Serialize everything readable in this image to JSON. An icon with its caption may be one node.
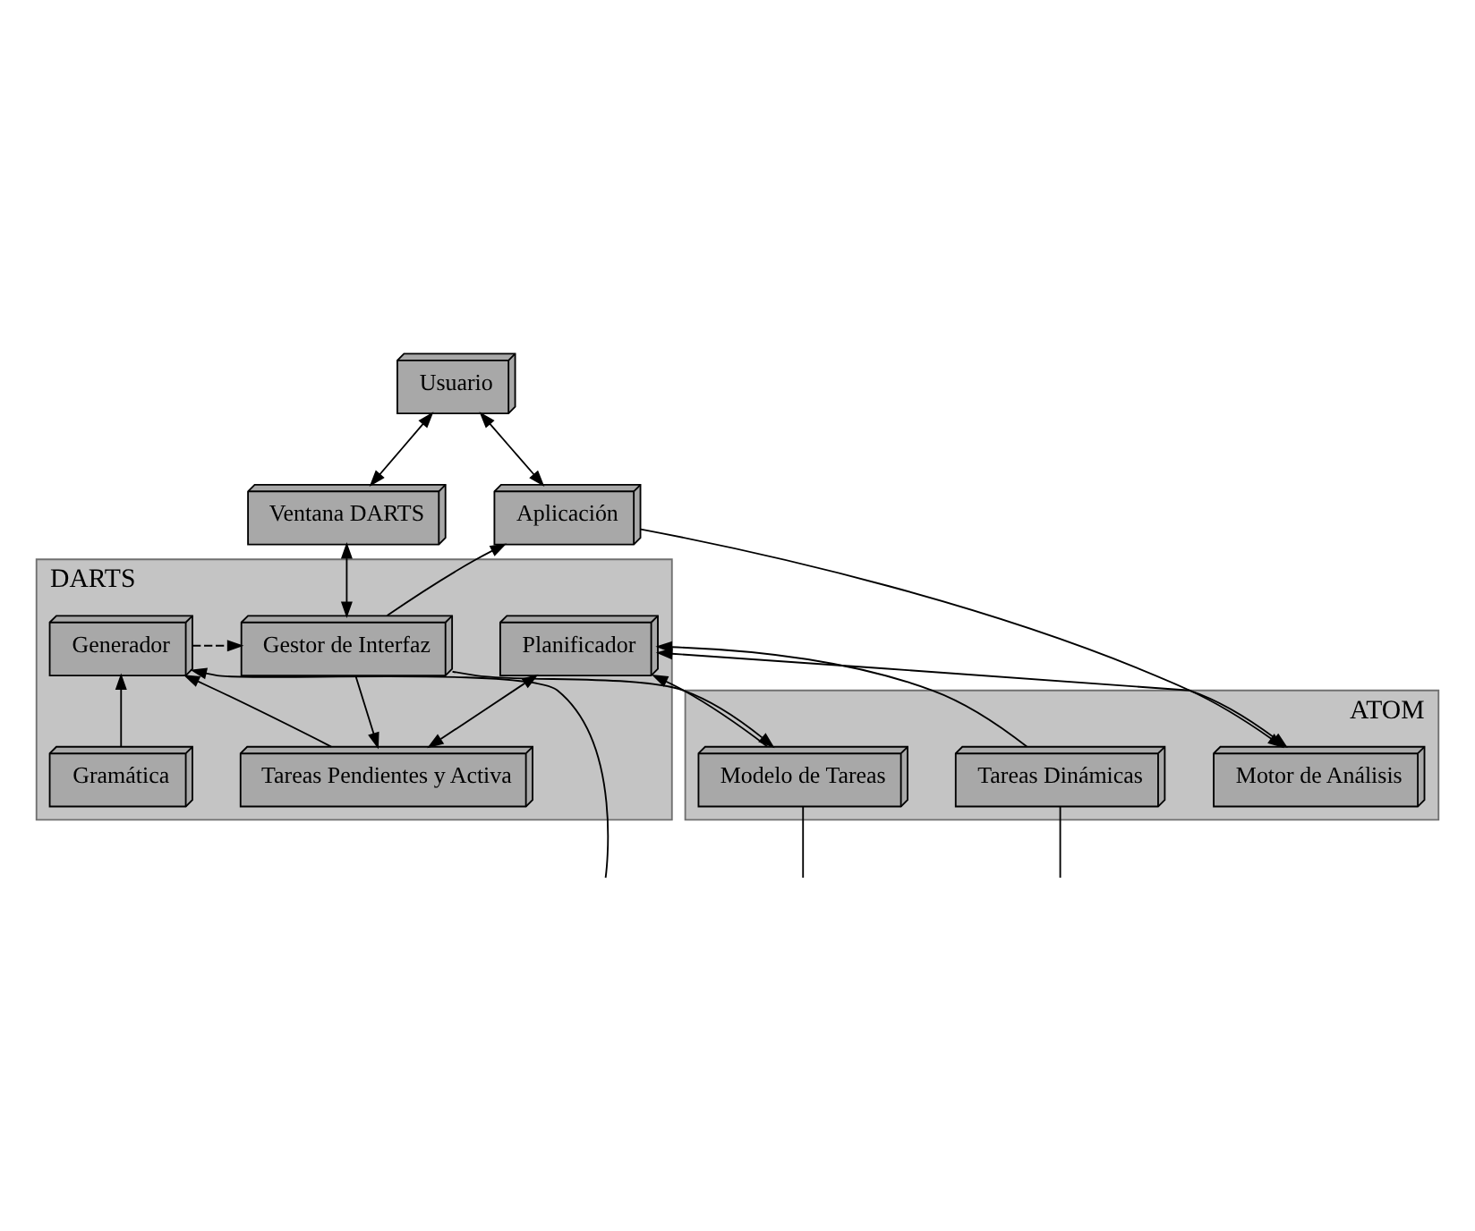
{
  "diagram": {
    "nodes": [
      {
        "text": [
          "Usuario"
        ]
      },
      {
        "text": [
          "Aplicación"
        ]
      },
      {
        "text": [
          "Ventana DARTS"
        ]
      },
      {
        "text": [
          "ATOM"
        ]
      },
      {
        "text": [
          "Motor de Análisis"
        ],
        "in": 3
      },
      {
        "text": [
          "Tareas Dinámicas"
        ],
        "in": 3
      },
      {
        "text": [
          "Modelo de Tareas"
        ],
        "in": 3
      },
      {
        "text": [
          "DARTS"
        ]
      },
      {
        "text": [
          "Planificador"
        ],
        "in": 7
      },
      {
        "text": [
          "Generador"
        ],
        "in": 7
      },
      {
        "text": [
          "Gestor de Interfaz"
        ],
        "in": 7
      },
      {
        "text": [
          "Tareas Pendientes y Activa"
        ],
        "in": 7
      },
      {
        "text": [
          "Gramática"
        ],
        "in": 7
      }
    ],
    "edges": [
      {
        "from": 1,
        "to": 0,
        "arrow": "both"
      },
      {
        "from": 2,
        "to": 0,
        "arrow": "both"
      },
      {
        "from": 1,
        "to": 4,
        "arrow": "to"
      },
      {
        "from": 4,
        "to": 8,
        "arrow": "both"
      },
      {
        "from": 10,
        "to": 1,
        "arrow": "to"
      },
      {
        "from": 10,
        "to": 2,
        "arrow": "both"
      },
      {
        "from": 5,
        "to": 8,
        "arrow": "to"
      },
      {
        "from": 6,
        "to": 8,
        "arrow": "to"
      },
      {
        "from": 8,
        "to": 11,
        "arrow": "both"
      },
      {
        "from": 11,
        "to": 9,
        "arrow": "to"
      },
      {
        "from": 12,
        "to": 9,
        "arrow": "to"
      },
      {
        "from": 9,
        "to": 10,
        "arrow": "to",
        "style": "dashed"
      },
      {
        "from": 10,
        "to": 6,
        "arrow": "to"
      },
      {
        "from": 10,
        "to": 11,
        "arrow": "to"
      },
      {
        "from": 5,
        "to": null,
        "arrow": "none"
      },
      {
        "from": 6,
        "to": null,
        "arrow": "none"
      },
      {
        "from": null,
        "to": 9,
        "arrow": "to"
      }
    ]
  }
}
